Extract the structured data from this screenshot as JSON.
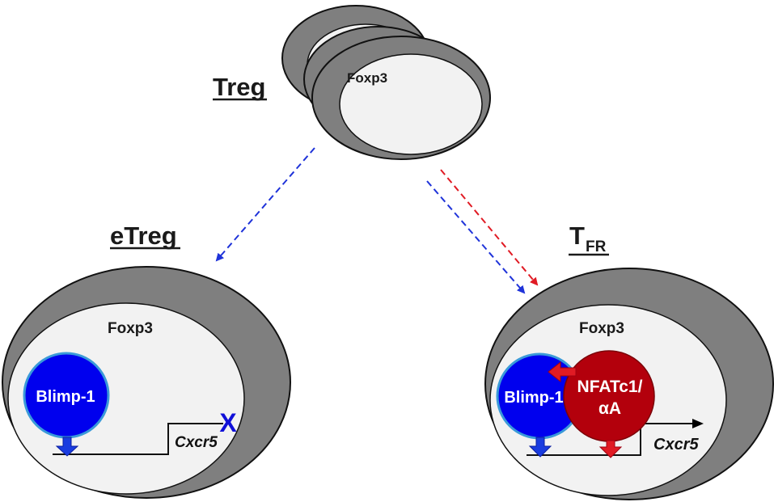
{
  "top_cell": {
    "label": "Treg",
    "marker": "Foxp3"
  },
  "left_cell": {
    "label": "eTreg",
    "marker": "Foxp3",
    "factor": "Blimp-1",
    "gene": "Cxcr5",
    "block_mark": "X"
  },
  "right_cell": {
    "label_main": "T",
    "label_sub": "FR",
    "marker": "Foxp3",
    "factor_1": "Blimp-1",
    "factor_2_line1": "NFATc1/",
    "factor_2_line2": "αA",
    "gene": "Cxcr5"
  },
  "colors": {
    "cell_outer": "#7f7f7f",
    "cell_inner": "#f2f2f2",
    "blimp": "#0000ee",
    "blimp_ring": "#3a9ad9",
    "nfat": "#b3000c",
    "arrow_blue": "#1f33d9",
    "arrow_red": "#e01b24"
  }
}
